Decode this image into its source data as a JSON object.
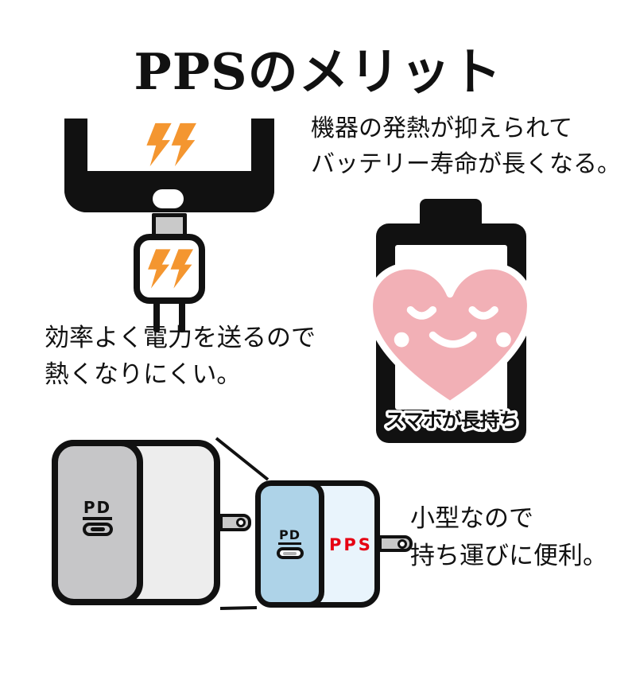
{
  "title": "PPSのメリット",
  "annotations": {
    "heat_benefit": {
      "line1": "機器の発熱が抑えられて",
      "line2": "バッテリー寿命が長くなる。"
    },
    "efficiency": {
      "line1": "効率よく電力を送るので",
      "line2": "熱くなりにくい。"
    },
    "portability": {
      "line1": "小型なので",
      "line2": "持ち運びに便利。"
    }
  },
  "battery": {
    "label": "スマホが長持ち"
  },
  "chargers": {
    "large": {
      "port_label": "PD"
    },
    "small": {
      "port_label": "PD",
      "pps_label": "PPS"
    }
  },
  "icons": {
    "lightning-bolt-icon": "⚡",
    "heart-face-icon": "♥",
    "battery-icon": "▯",
    "usb-c-port-icon": "⬭",
    "ac-prong-icon": "▭"
  },
  "colors": {
    "bolt_orange": "#f49630",
    "heart_pink": "#f2b0b6",
    "pps_red": "#e60012",
    "ink_black": "#111111",
    "large_charger_left": "#c6c6c8",
    "large_charger_right": "#ededed",
    "small_charger_left": "#aed3e8",
    "small_charger_right": "#e9f4fc",
    "prong_gray": "#c9c9c9"
  }
}
